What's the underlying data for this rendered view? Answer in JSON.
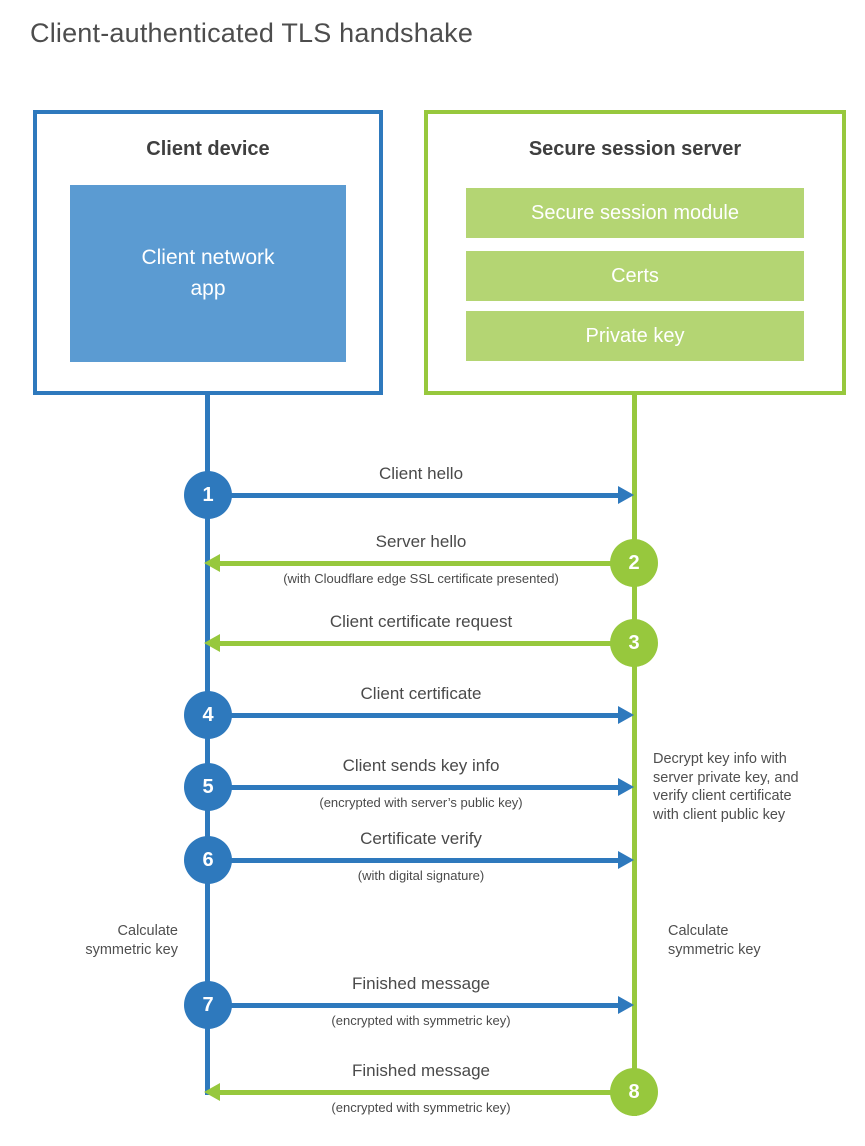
{
  "title": "Client-authenticated TLS handshake",
  "colors": {
    "blue_accent": "#2e79bd",
    "blue_fill": "#5b9bd2",
    "green_accent": "#97c83d",
    "green_fill": "#b4d573",
    "heading_text": "#3f3f3f",
    "label_text": "#4a4a4a",
    "white": "#ffffff"
  },
  "client_box": {
    "title": "Client device",
    "app_label": "Client network\napp"
  },
  "server_box": {
    "title": "Secure session server",
    "modules": [
      "Secure session module",
      "Certs",
      "Private key"
    ]
  },
  "steps": [
    {
      "num": "1",
      "from": "client",
      "direction": "right",
      "label": "Client hello",
      "sub": ""
    },
    {
      "num": "2",
      "from": "server",
      "direction": "left",
      "label": "Server hello",
      "sub": "(with Cloudflare edge SSL certificate presented)"
    },
    {
      "num": "3",
      "from": "server",
      "direction": "left",
      "label": "Client certificate request",
      "sub": ""
    },
    {
      "num": "4",
      "from": "client",
      "direction": "right",
      "label": "Client certificate",
      "sub": ""
    },
    {
      "num": "5",
      "from": "client",
      "direction": "right",
      "label": "Client sends key info",
      "sub": "(encrypted with server’s public key)"
    },
    {
      "num": "6",
      "from": "client",
      "direction": "right",
      "label": "Certificate verify",
      "sub": "(with digital signature)"
    },
    {
      "num": "7",
      "from": "client",
      "direction": "right",
      "label": "Finished message",
      "sub": "(encrypted with symmetric key)"
    },
    {
      "num": "8",
      "from": "server",
      "direction": "left",
      "label": "Finished message",
      "sub": "(encrypted with symmetric key)"
    }
  ],
  "annotations": {
    "decrypt_note": "Decrypt key info with\nserver private key, and\nverify client certificate\nwith client public key",
    "calc_left": "Calculate\nsymmetric key",
    "calc_right": "Calculate\nsymmetric key"
  }
}
